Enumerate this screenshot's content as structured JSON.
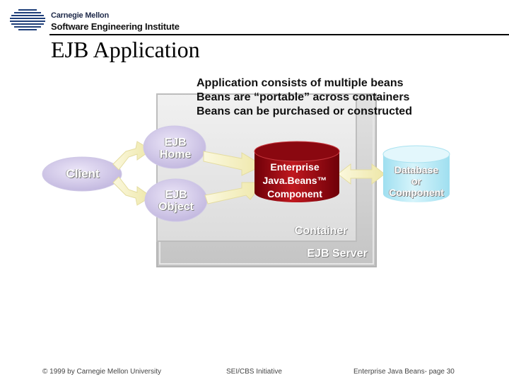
{
  "header": {
    "org_line1": "Carnegie Mellon",
    "org_line2": "Software Engineering Institute"
  },
  "slide": {
    "title": "EJB Application",
    "bullets": [
      "Application consists of multiple beans",
      "Beans are “portable” across containers",
      "Beans can be purchased or constructed"
    ]
  },
  "diagram": {
    "client": "Client",
    "ejb_home_1": "EJB",
    "ejb_home_2": "Home",
    "ejb_object_1": "EJB",
    "ejb_object_2": "Object",
    "component_1": "Enterprise",
    "component_2": "Java.Beans™",
    "component_3": "Component",
    "database_1": "Database",
    "database_2": "or",
    "database_3": "Component",
    "container": "Container",
    "server": "EJB Server"
  },
  "footer": {
    "copyright": "© 1999 by Carnegie Mellon University",
    "initiative": "SEI/CBS Initiative",
    "page": "Enterprise Java Beans- page 30"
  },
  "colors": {
    "component_red": "#a8101a",
    "bubble_purple": "#cfc6e6",
    "database_cyan": "#c3ecf7",
    "arrow_yellow": "#f3eebc",
    "server_gray": "#c9c9c9"
  }
}
